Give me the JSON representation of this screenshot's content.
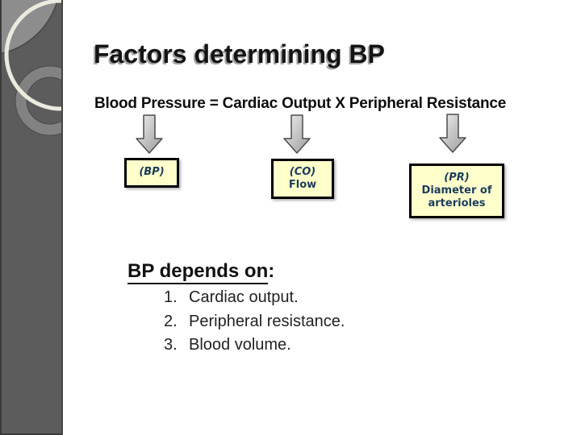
{
  "slide": {
    "title": "Factors determining BP",
    "equation": "Blood Pressure = Cardiac Output X Peripheral Resistance",
    "boxes": [
      {
        "label_lines": [
          "(BP)"
        ]
      },
      {
        "label_lines": [
          "(CO)",
          "Flow"
        ]
      },
      {
        "label_lines": [
          "(PR)",
          "Diameter of",
          "arterioles"
        ]
      }
    ],
    "depends_on": {
      "heading": "BP depends on",
      "colon": ":",
      "items": [
        {
          "number": "1.",
          "text": "Cardiac output."
        },
        {
          "number": "2.",
          "text": "Peripheral resistance."
        },
        {
          "number": "3.",
          "text": "Blood volume."
        }
      ]
    },
    "colors": {
      "box_background": "#ffffcc",
      "box_border": "#000000",
      "box_text": "#1c3c5c",
      "sidebar_background": "#5c5c5c",
      "title_text": "#141414",
      "title_shadow": "#a6a6a6",
      "body_text": "#222222"
    }
  }
}
